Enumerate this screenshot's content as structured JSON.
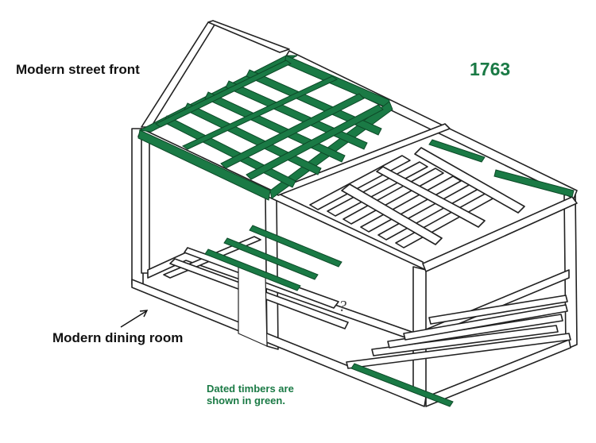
{
  "labels": {
    "street_front": "Modern street front",
    "dining_room": "Modern dining room",
    "year": "1763",
    "caption_line1": "Dated timbers are",
    "caption_line2": "shown in green.",
    "question_mark": "?"
  },
  "colors": {
    "dated_timber": "#1a7a45",
    "frame_line": "#222222",
    "background": "#ffffff"
  }
}
